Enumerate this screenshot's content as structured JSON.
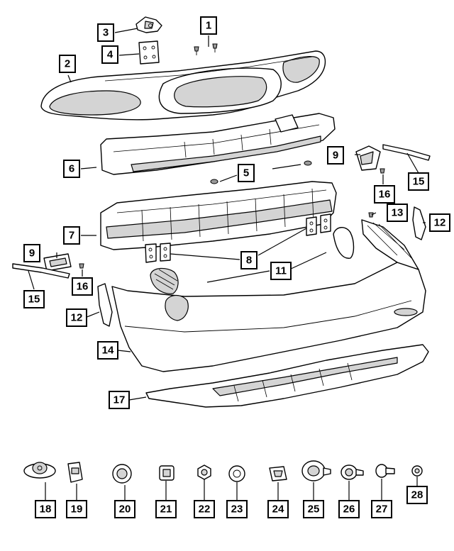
{
  "callouts": {
    "c1": "1",
    "c2": "2",
    "c3": "3",
    "c4": "4",
    "c5": "5",
    "c6": "6",
    "c7": "7",
    "c8": "8",
    "c9a": "9",
    "c9b": "9",
    "c11": "11",
    "c12a": "12",
    "c12b": "12",
    "c13": "13",
    "c14": "14",
    "c15a": "15",
    "c15b": "15",
    "c16a": "16",
    "c16b": "16",
    "c17": "17",
    "c18": "18",
    "c19": "19",
    "c20": "20",
    "c21": "21",
    "c22": "22",
    "c23": "23",
    "c24": "24",
    "c25": "25",
    "c26": "26",
    "c27": "27",
    "c28": "28"
  },
  "colors": {
    "line": "#000000",
    "fill": "#ffffff",
    "shade": "#d4d4d4"
  }
}
